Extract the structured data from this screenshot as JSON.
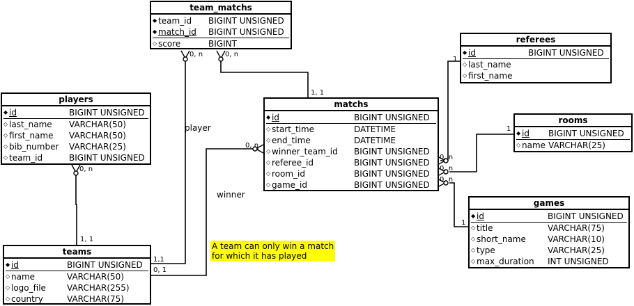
{
  "entities": {
    "team_matchs": {
      "title": "team_matchs",
      "columns": [
        {
          "mark": "◆",
          "name": "team_id",
          "type": "BIGINT UNSIGNED",
          "pk": false
        },
        {
          "mark": "◆",
          "name": "match_id",
          "type": "BIGINT UNSIGNED",
          "pk": true
        },
        {
          "mark": "◇",
          "name": "score",
          "type": "BIGINT",
          "pk": false
        }
      ]
    },
    "players": {
      "title": "players",
      "columns": [
        {
          "mark": "◆",
          "name": "id",
          "type": "BIGINT UNSIGNED",
          "pk": true
        },
        {
          "mark": "◇",
          "name": "last_name",
          "type": "VARCHAR(50)",
          "pk": false
        },
        {
          "mark": "◇",
          "name": "first_name",
          "type": "VARCHAR(50)",
          "pk": false
        },
        {
          "mark": "◇",
          "name": "bib_number",
          "type": "VARCHAR(25)",
          "pk": false
        },
        {
          "mark": "◇",
          "name": "team_id",
          "type": "BIGINT UNSIGNED",
          "pk": false
        }
      ]
    },
    "matchs": {
      "title": "matchs",
      "columns": [
        {
          "mark": "◆",
          "name": "id",
          "type": "BIGINT UNSIGNED",
          "pk": true
        },
        {
          "mark": "◇",
          "name": "start_time",
          "type": "DATETIME",
          "pk": false
        },
        {
          "mark": "◇",
          "name": "end_time",
          "type": "DATETIME",
          "pk": false
        },
        {
          "mark": "◇",
          "name": "winner_team_id",
          "type": "BIGINT UNSIGNED",
          "pk": false
        },
        {
          "mark": "◇",
          "name": "referee_id",
          "type": "BIGINT UNSIGNED",
          "pk": false
        },
        {
          "mark": "◇",
          "name": "room_id",
          "type": "BIGINT UNSIGNED",
          "pk": false
        },
        {
          "mark": "◇",
          "name": "game_id",
          "type": "BIGINT UNSIGNED",
          "pk": false
        }
      ]
    },
    "referees": {
      "title": "referees",
      "columns": [
        {
          "mark": "◆",
          "name": "id",
          "type": "BIGINT UNSIGNED",
          "pk": true
        },
        {
          "mark": "◇",
          "name": "last_name",
          "type": "",
          "pk": false
        },
        {
          "mark": "◇",
          "name": "first_name",
          "type": "",
          "pk": false
        }
      ]
    },
    "rooms": {
      "title": "rooms",
      "columns": [
        {
          "mark": "◆",
          "name": "id",
          "type": "BIGINT UNSIGNED",
          "pk": true
        },
        {
          "mark": "◇",
          "name": "name",
          "type": "VARCHAR(25)",
          "pk": false
        }
      ]
    },
    "games": {
      "title": "games",
      "columns": [
        {
          "mark": "◆",
          "name": "id",
          "type": "BIGINT UNSIGNED",
          "pk": true
        },
        {
          "mark": "◇",
          "name": "title",
          "type": "VARCHAR(75)",
          "pk": false
        },
        {
          "mark": "◇",
          "name": "short_name",
          "type": "VARCHAR(10)",
          "pk": false
        },
        {
          "mark": "◇",
          "name": "type",
          "type": "VARCHAR(25)",
          "pk": false
        },
        {
          "mark": "◇",
          "name": "max_duration",
          "type": "INT UNSIGNED",
          "pk": false
        }
      ]
    },
    "teams": {
      "title": "teams",
      "columns": [
        {
          "mark": "◆",
          "name": "id",
          "type": "BIGINT UNSIGNED",
          "pk": true
        },
        {
          "mark": "◇",
          "name": "name",
          "type": "VARCHAR(50)",
          "pk": false
        },
        {
          "mark": "◇",
          "name": "logo_file",
          "type": "VARCHAR(255)",
          "pk": false
        },
        {
          "mark": "◇",
          "name": "country",
          "type": "VARCHAR(75)",
          "pk": false
        }
      ]
    }
  },
  "cardinalities": {
    "tm_team": "0, n",
    "tm_match": "0, n",
    "matchs_tm": "1, 1",
    "players_team": "0, n",
    "teams_players": "1, 1",
    "teams_tm": "1,1",
    "teams_winner": "0, 1",
    "matchs_winner": "0, n",
    "referees_one": "1",
    "matchs_referee": "0, n",
    "rooms_one": "1",
    "matchs_room": "0, n",
    "matchs_game": "0, n",
    "games_one": "1"
  },
  "relations": {
    "player": "player",
    "winner": "winner"
  },
  "note": {
    "line1": "A team can only win a match",
    "line2": "for which it has played",
    "color": "#ffff00"
  }
}
